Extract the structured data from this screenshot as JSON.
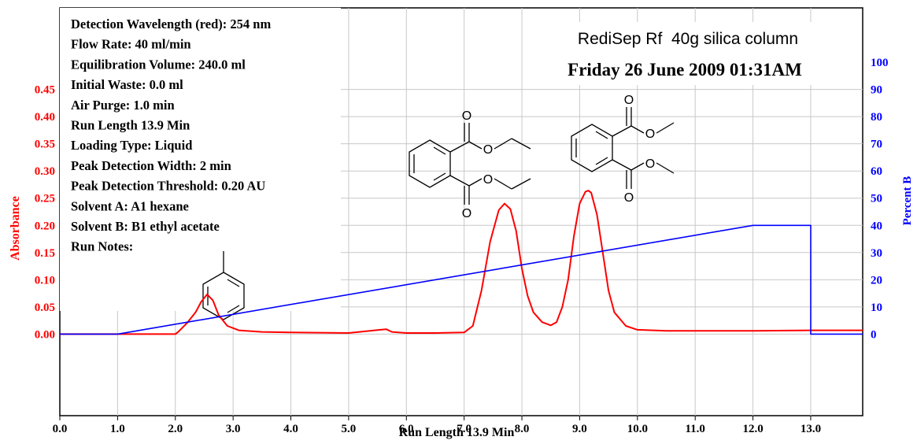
{
  "chart_data": {
    "type": "line",
    "title": "RediSep Rf  40g silica column",
    "subtitle": "Friday 26 June 2009 01:31AM",
    "xlabel": "Run Length 13.9 Min",
    "ylabel_left": "Absorbance",
    "ylabel_right": "Percent B",
    "xlim": [
      0,
      13.9
    ],
    "ylim_left": [
      -0.15,
      0.6
    ],
    "ylim_right": [
      -30,
      120
    ],
    "grid": true,
    "x_ticks": [
      "0.0",
      "1.0",
      "2.0",
      "3.0",
      "4.0",
      "5.0",
      "6.0",
      "7.0",
      "8.0",
      "9.0",
      "10.0",
      "11.0",
      "12.0",
      "13.0"
    ],
    "y_ticks_left": [
      "0.00",
      "0.05",
      "0.10",
      "0.15",
      "0.20",
      "0.25",
      "0.30",
      "0.35",
      "0.40",
      "0.45"
    ],
    "y_ticks_right": [
      "0",
      "10",
      "20",
      "30",
      "40",
      "50",
      "60",
      "70",
      "80",
      "90",
      "100"
    ],
    "info_lines": [
      "Detection Wavelength (red): 254 nm",
      "Flow Rate: 40 ml/min",
      "Equilibration Volume: 240.0 ml",
      "Initial Waste: 0.0 ml",
      "Air Purge: 1.0 min",
      "Run Length 13.9 Min",
      "Loading Type: Liquid",
      "Peak Detection Width: 2 min",
      "Peak Detection Threshold: 0.20 AU",
      "Solvent A: A1 hexane",
      "Solvent B: B1 ethyl acetate",
      "Run Notes:"
    ],
    "atom_label": "O",
    "series": [
      {
        "axis": "left",
        "color": "#ff0000",
        "x": [
          0.0,
          1.0,
          2.0,
          2.05,
          2.2,
          2.35,
          2.45,
          2.55,
          2.65,
          2.75,
          2.9,
          3.1,
          3.5,
          4.0,
          5.0,
          5.55,
          5.65,
          5.75,
          6.0,
          6.5,
          7.0,
          7.15,
          7.3,
          7.45,
          7.6,
          7.7,
          7.8,
          7.9,
          8.0,
          8.1,
          8.2,
          8.35,
          8.5,
          8.6,
          8.7,
          8.8,
          8.9,
          9.0,
          9.1,
          9.15,
          9.2,
          9.3,
          9.4,
          9.5,
          9.6,
          9.8,
          10.0,
          10.5,
          11.0,
          12.0,
          13.0,
          13.9
        ],
        "y": [
          0.0,
          0.0,
          0.0,
          0.004,
          0.02,
          0.04,
          0.06,
          0.073,
          0.062,
          0.035,
          0.015,
          0.007,
          0.004,
          0.003,
          0.002,
          0.008,
          0.009,
          0.004,
          0.002,
          0.002,
          0.003,
          0.015,
          0.08,
          0.17,
          0.228,
          0.24,
          0.23,
          0.19,
          0.12,
          0.07,
          0.04,
          0.022,
          0.016,
          0.022,
          0.05,
          0.1,
          0.18,
          0.24,
          0.262,
          0.264,
          0.26,
          0.22,
          0.15,
          0.08,
          0.04,
          0.015,
          0.008,
          0.006,
          0.006,
          0.006,
          0.007,
          0.007
        ]
      },
      {
        "axis": "right",
        "color": "#0000ff",
        "x": [
          0.0,
          1.0,
          12.0,
          13.0,
          13.0,
          13.9
        ],
        "y": [
          0,
          0,
          40,
          40,
          0,
          0
        ]
      }
    ]
  }
}
